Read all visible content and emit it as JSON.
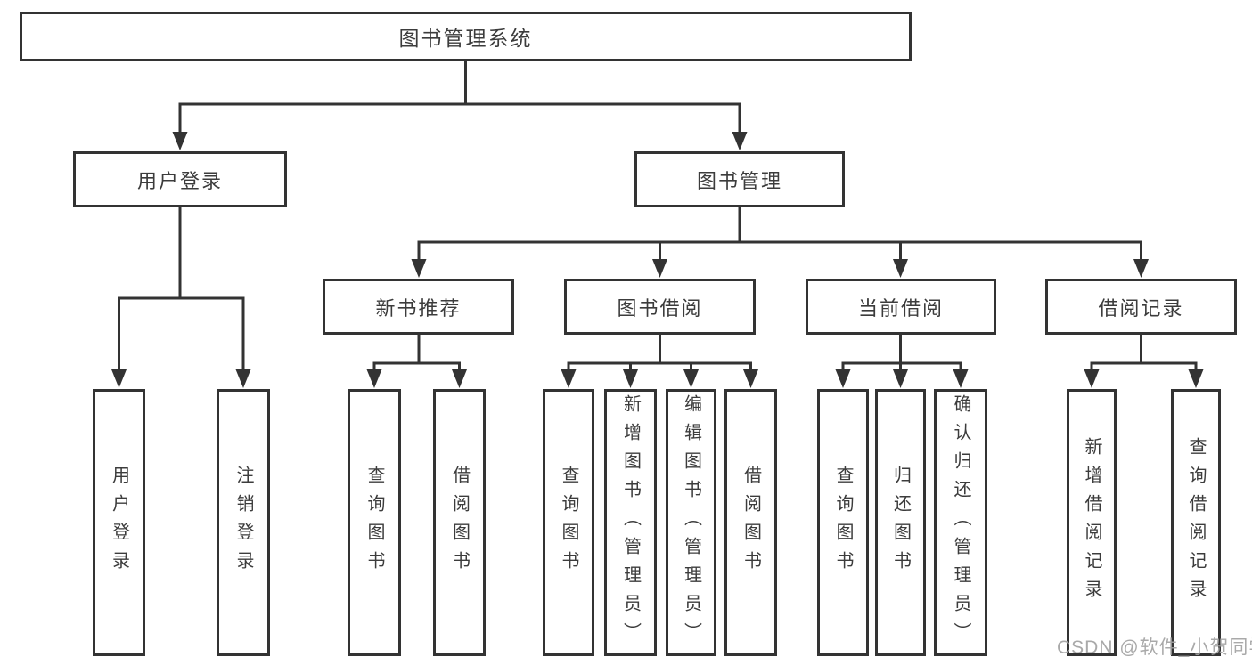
{
  "diagram": {
    "root": {
      "label": "图书管理系统"
    },
    "level2": {
      "user_login": {
        "label": "用户登录"
      },
      "book_mgmt": {
        "label": "图书管理"
      }
    },
    "level3": {
      "new_book_rec": {
        "label": "新书推荐"
      },
      "book_borrow": {
        "label": "图书借阅"
      },
      "current_borrow": {
        "label": "当前借阅"
      },
      "borrow_records": {
        "label": "借阅记录"
      }
    },
    "leaves": {
      "login_user_login": {
        "label": "用户登录"
      },
      "login_logout": {
        "label": "注销登录"
      },
      "rec_query_book": {
        "label": "查询图书"
      },
      "rec_borrow_book": {
        "label": "借阅图书"
      },
      "borrow_query_book": {
        "label": "查询图书"
      },
      "borrow_add_book": {
        "label": "新增图书（管理员）"
      },
      "borrow_edit_book": {
        "label": "编辑图书（管理员）"
      },
      "borrow_borrow_book": {
        "label": "借阅图书"
      },
      "current_query_book": {
        "label": "查询图书"
      },
      "current_return_book": {
        "label": "归还图书"
      },
      "current_confirm_return": {
        "label": "确认归还（管理员）"
      },
      "records_add_record": {
        "label": "新增借阅记录"
      },
      "records_query_record": {
        "label": "查询借阅记录"
      }
    }
  },
  "watermark": {
    "text": "CSDN @软件_小贺同学"
  },
  "colors": {
    "line": "#333333",
    "text": "#3c3c3c",
    "box_background": "#ffffff",
    "page_background": "#ffffff",
    "watermark": "#a2a2a2"
  }
}
